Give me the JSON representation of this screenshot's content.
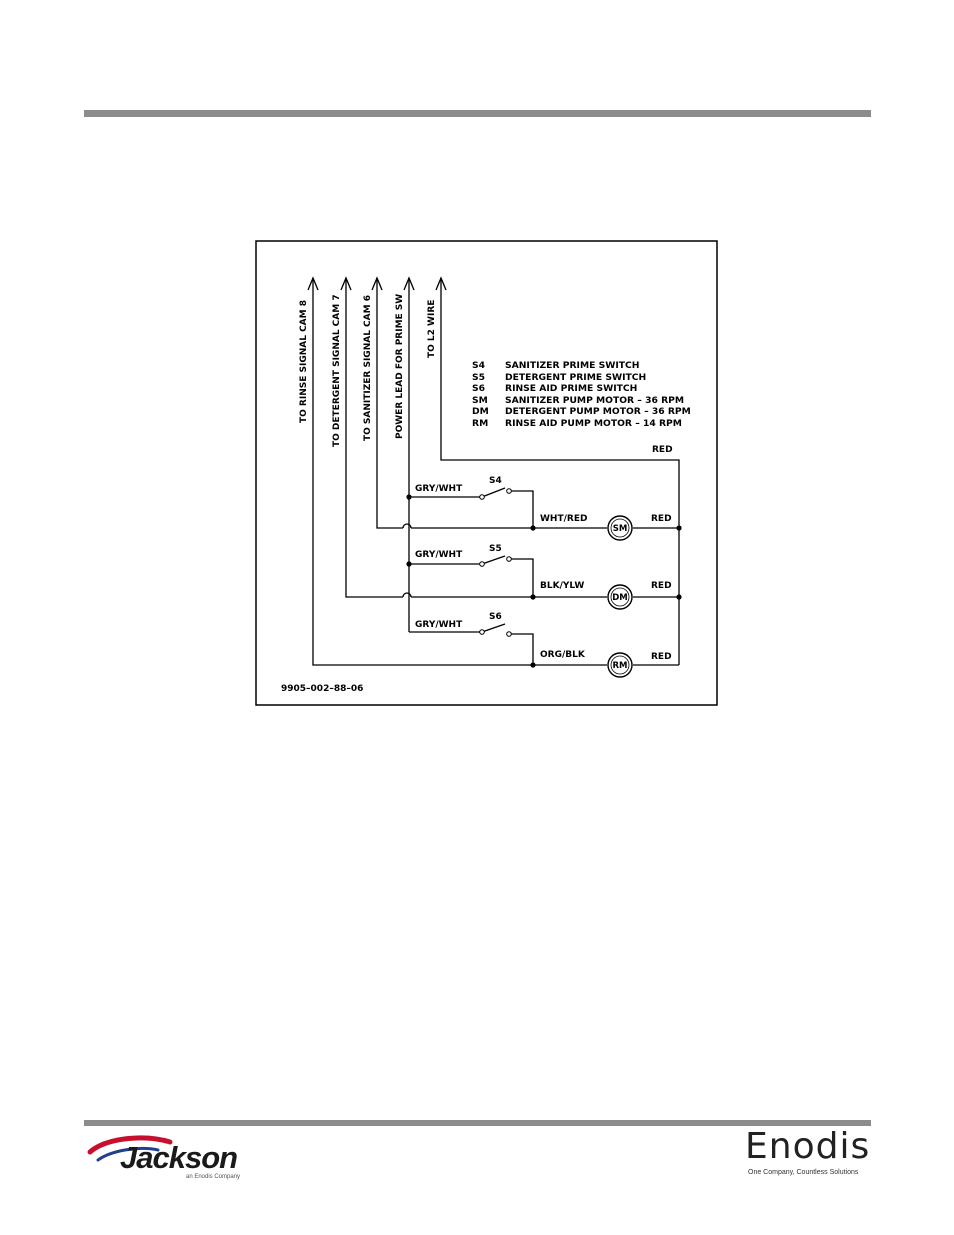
{
  "diagram": {
    "leads": [
      "TO RINSE SIGNAL CAM 8",
      "TO DETERGENT SIGNAL CAM 7",
      "TO SANITIZER SIGNAL CAM 6",
      "POWER LEAD FOR PRIME SW",
      "TO L2 WIRE"
    ],
    "legend": [
      {
        "code": "S4",
        "desc": "SANITIZER PRIME SWITCH"
      },
      {
        "code": "S5",
        "desc": "DETERGENT PRIME SWITCH"
      },
      {
        "code": "S6",
        "desc": "RINSE AID PRIME SWITCH"
      },
      {
        "code": "SM",
        "desc": "SANITIZER PUMP MOTOR – 36 RPM"
      },
      {
        "code": "DM",
        "desc": "DETERGENT PUMP MOTOR – 36 RPM"
      },
      {
        "code": "RM",
        "desc": "RINSE AID PUMP MOTOR – 14 RPM"
      }
    ],
    "wire_labels": {
      "red_top": "RED",
      "gry_wht_1": "GRY/WHT",
      "gry_wht_2": "GRY/WHT",
      "gry_wht_3": "GRY/WHT",
      "wht_red": "WHT/RED",
      "blk_ylw": "BLK/YLW",
      "org_blk": "ORG/BLK",
      "red_sm": "RED",
      "red_dm": "RED",
      "red_rm": "RED"
    },
    "switches": [
      "S4",
      "S5",
      "S6"
    ],
    "motors": [
      "SM",
      "DM",
      "RM"
    ],
    "drawing_number": "9905–002–88–06"
  },
  "footer": {
    "left_brand": "Jackson",
    "left_tagline": "an Enodis Company",
    "right_brand": "Enodis",
    "right_tagline": "One Company, Countless Solutions"
  },
  "colors": {
    "rule": "#8c8c8c",
    "jackson_red": "#c8102e",
    "jackson_blue": "#1f3f8f"
  }
}
